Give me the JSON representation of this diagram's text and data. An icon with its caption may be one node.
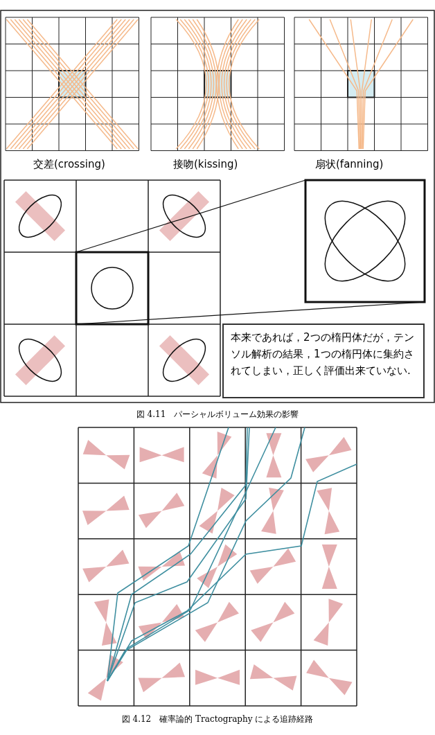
{
  "diagram": {
    "nodes": [
      {
        "text": [],
        "shape": "box"
      },
      {
        "text": [],
        "shape": "box"
      },
      {
        "text": [
          "本来であれば，2つの楕円体だが，テンソル解析の結果，1つの楕円体に集約されてしまい，正しく評価出来ていない."
        ]
      }
    ],
    "edges": [
      {
        "from": 0,
        "to": 1,
        "arrow": "none"
      },
      {
        "from": 0,
        "to": 1,
        "arrow": "none"
      }
    ],
    "labels": [
      "交差(crossing)",
      "接吻(kissing)",
      "扇状(fanning)",
      "図 4.11　パーシャルボリューム効果の影響",
      "図 4.12　確率論的 Tractography による追跡経路"
    ]
  }
}
